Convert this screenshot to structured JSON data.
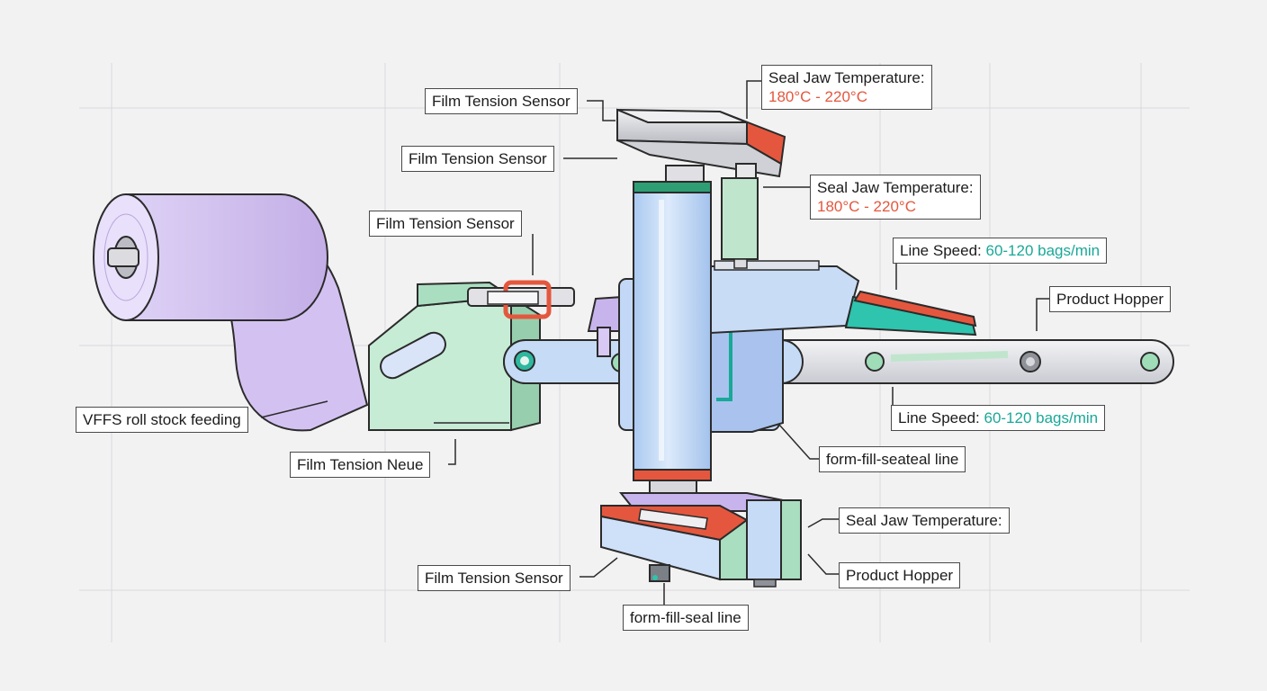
{
  "labels": {
    "seal_jaw_top": {
      "title": "Seal Jaw Temperature:",
      "value": "180°C - 220°C"
    },
    "seal_jaw_mid": {
      "title": "Seal Jaw Temperature:",
      "value": "180°C - 220°C"
    },
    "seal_jaw_bottom": {
      "title": "Seal Jaw Temperature:"
    },
    "film_tension_1": "Film Tension Sensor",
    "film_tension_2": "Film Tension Sensor",
    "film_tension_3": "Film Tension Sensor",
    "film_tension_4": "Film Tension Sensor",
    "film_tension_neue": "Film Tension Neue",
    "line_speed_top": {
      "title": "Line Speed:",
      "value": "60-120 bags/min"
    },
    "line_speed_bottom": {
      "title": "Line Speed:",
      "value": "60-120 bags/min"
    },
    "product_hopper_1": "Product Hopper",
    "product_hopper_2": "Product Hopper",
    "vffs": "VFFS roll stock feeding",
    "ffs_line_1": "form-fill-seateal line",
    "ffs_line_2": "form-fill-seal line"
  },
  "colors": {
    "accent_red": "#e4573e",
    "accent_teal": "#1aa898",
    "film_purple": "#cbb8ea",
    "frame_green": "#bfe6cc",
    "tube_blue": "#bcd7f5",
    "background": "#f2f2f3"
  }
}
